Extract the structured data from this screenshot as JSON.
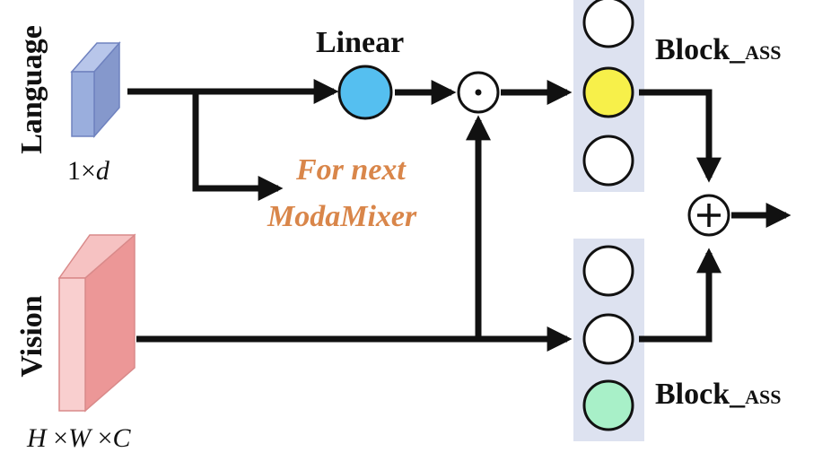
{
  "labels": {
    "language": "Language",
    "vision": "Vision",
    "language_dim": "1×d",
    "language_dim_parts": [
      "1",
      "×",
      "d"
    ],
    "vision_dim_parts": [
      "H",
      " ×",
      "W",
      " ×",
      "C"
    ],
    "linear": "Linear",
    "for_next_line1": "For next",
    "for_next_line2": "ModaMixer",
    "block_top_main": "Block_",
    "block_top_sub": "ASS",
    "block_bottom_main": "Block_",
    "block_bottom_sub": "ASS",
    "dot_op": "·",
    "plus_op": "+"
  },
  "colors": {
    "language_block": "#8fa3d6",
    "vision_block": "#f0a0a0",
    "linear_node": "#55bff0",
    "top_selected": "#f7f04a",
    "bottom_selected": "#a8f0c8",
    "panel_bg": "#dde2f0",
    "for_next_text": "#d9864a"
  }
}
